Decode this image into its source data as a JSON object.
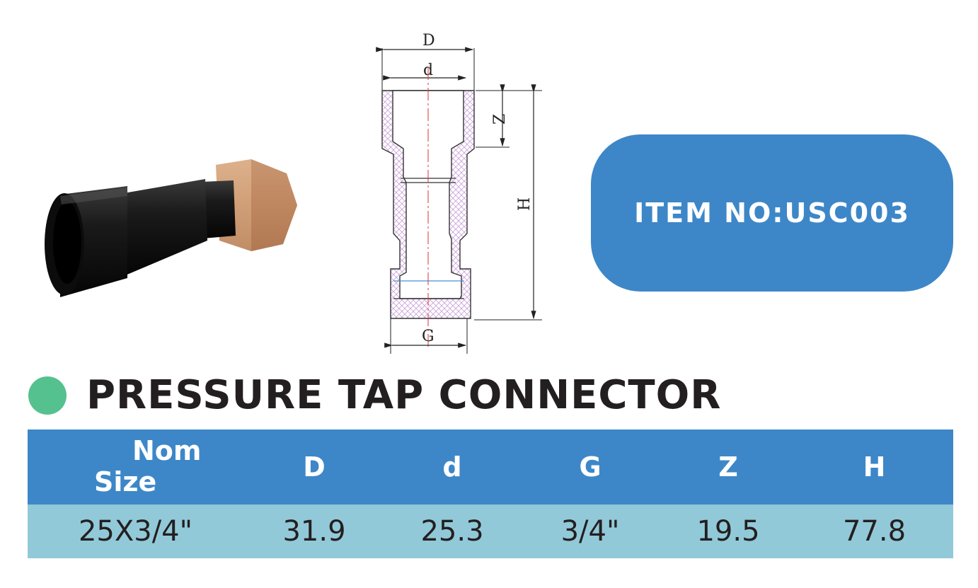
{
  "item_box": {
    "text": "ITEM NO:USC003"
  },
  "title": "PRESSURE TAP CONNECTOR",
  "colors": {
    "accent_blue": "#3d87c8",
    "row_blue": "#92c9d9",
    "dot_green": "#55c18f",
    "brass": "#c9946a"
  },
  "drawing": {
    "labels": {
      "D": "D",
      "d": "d",
      "Z": "Z",
      "H": "H",
      "G": "G"
    }
  },
  "table": {
    "headers": {
      "nom_line1": "Nom",
      "nom_line2": "Size",
      "D": "D",
      "d": "d",
      "G": "G",
      "Z": "Z",
      "H": "H"
    },
    "rows": [
      {
        "nom": "25X3/4\"",
        "D": "31.9",
        "d": "25.3",
        "G": "3/4\"",
        "Z": "19.5",
        "H": "77.8"
      }
    ]
  }
}
